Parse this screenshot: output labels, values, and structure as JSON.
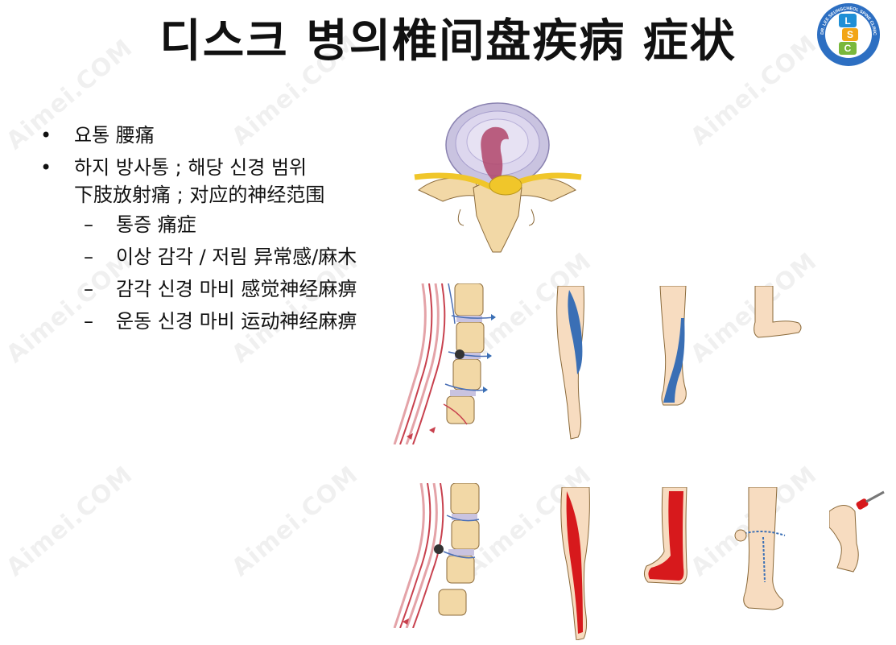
{
  "title": "디스크 병의椎间盘疾病 症状",
  "logo": {
    "letters": [
      "L",
      "S",
      "C"
    ],
    "ring_text": "DR. LEE SEUNGCHEOL SPINE CLINIC"
  },
  "bullets": [
    {
      "text": "요통 腰痛"
    },
    {
      "text": "하지 방사통 ; 해당 신경 범위",
      "continuation": "下肢放射痛 ; 对应的神经范围",
      "subitems": [
        "통증 痛症",
        "이상 감각 / 저림 异常感/麻木",
        "감각 신경 마비 感觉神经麻痹",
        "운동 신경 마비 运动神经麻痹"
      ]
    }
  ],
  "bullet_symbol": "•",
  "dash_symbol": "–",
  "watermark": "Aimei.COM",
  "colors": {
    "sensory_blue": "#3a6fb5",
    "motor_red": "#d7191c",
    "skin": "#f7dcc0",
    "bone": "#f2d8a6",
    "nerve": "#f0c62a",
    "disc": "#c9c3e0"
  }
}
